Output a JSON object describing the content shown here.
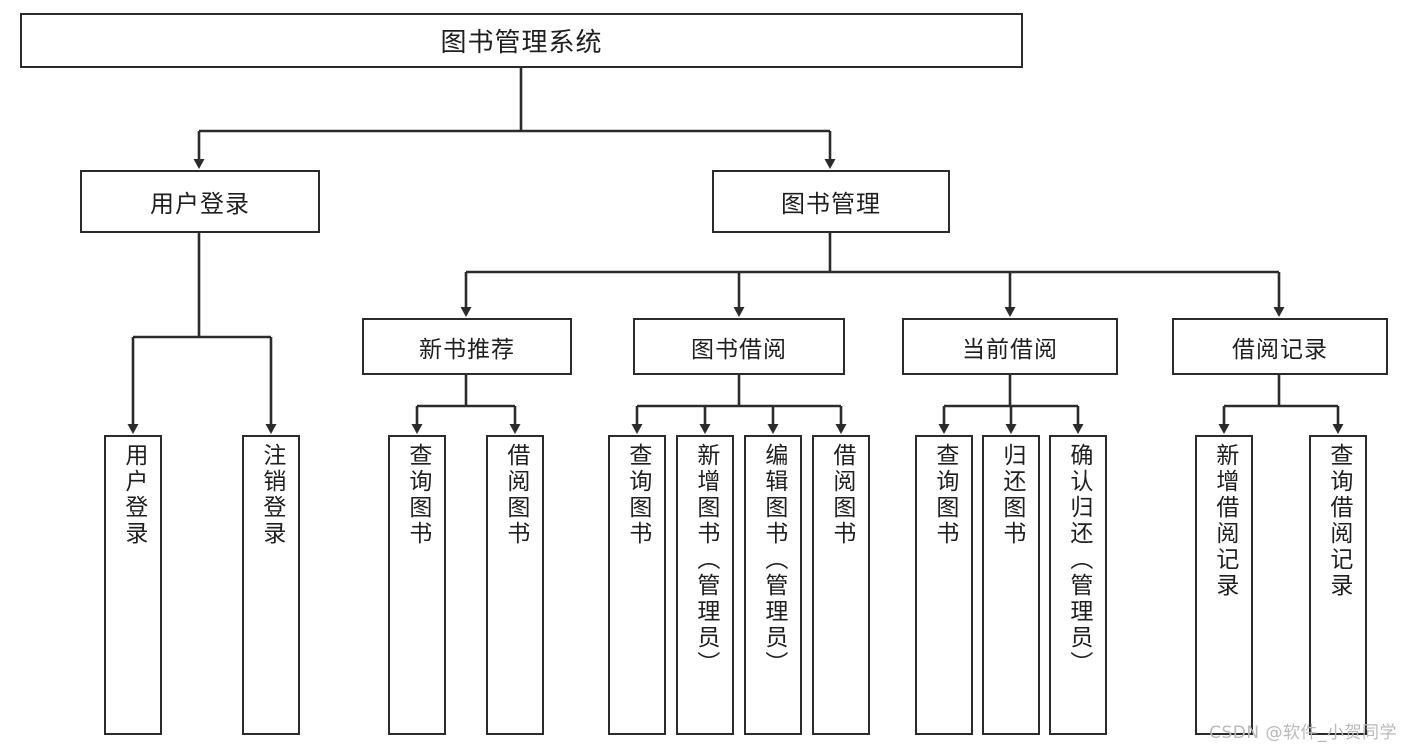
{
  "diagram": {
    "title": "图书管理系统",
    "type": "tree",
    "watermark": "CSDN @软件_小贺同学",
    "colors": {
      "border": "#2b2b2b",
      "text": "#1f1f1f",
      "background": "#ffffff",
      "watermark": "#b9b9b9"
    },
    "nodes": {
      "root": {
        "label": "图书管理系统"
      },
      "level1": [
        {
          "id": "user-login",
          "label": "用户登录"
        },
        {
          "id": "book-manage",
          "label": "图书管理"
        }
      ],
      "level2": [
        {
          "id": "new-book-recommend",
          "label": "新书推荐"
        },
        {
          "id": "book-borrow",
          "label": "图书借阅"
        },
        {
          "id": "current-borrow",
          "label": "当前借阅"
        },
        {
          "id": "borrow-record",
          "label": "借阅记录"
        }
      ],
      "leaves": {
        "user_login": [
          {
            "id": "leaf-user-login",
            "label": "用户登录"
          },
          {
            "id": "leaf-logout-login",
            "label": "注销登录"
          }
        ],
        "new_book_recommend": [
          {
            "id": "leaf-query-book-1",
            "label": "查询图书"
          },
          {
            "id": "leaf-borrow-book-1",
            "label": "借阅图书"
          }
        ],
        "book_borrow": [
          {
            "id": "leaf-query-book-2",
            "label": "查询图书"
          },
          {
            "id": "leaf-add-book",
            "label": "新增图书（管理员）"
          },
          {
            "id": "leaf-edit-book",
            "label": "编辑图书（管理员）"
          },
          {
            "id": "leaf-borrow-book-2",
            "label": "借阅图书"
          }
        ],
        "current_borrow": [
          {
            "id": "leaf-query-book-3",
            "label": "查询图书"
          },
          {
            "id": "leaf-return-book",
            "label": "归还图书"
          },
          {
            "id": "leaf-confirm-return",
            "label": "确认归还（管理员）"
          }
        ],
        "borrow_record": [
          {
            "id": "leaf-add-record",
            "label": "新增借阅记录"
          },
          {
            "id": "leaf-query-record",
            "label": "查询借阅记录"
          }
        ]
      }
    }
  }
}
